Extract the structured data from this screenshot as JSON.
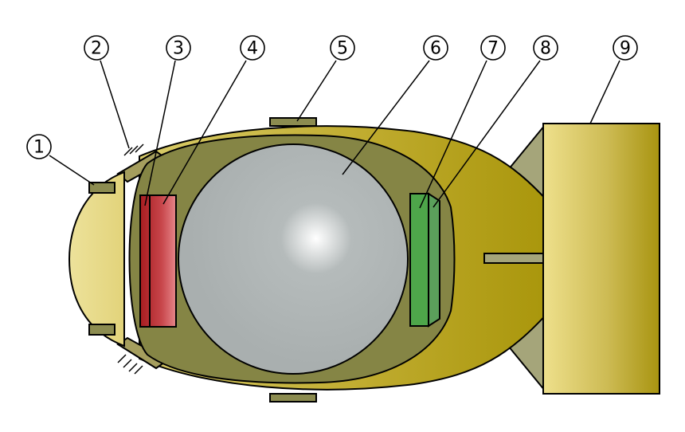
{
  "callouts": [
    {
      "id": "1",
      "label": "1"
    },
    {
      "id": "2",
      "label": "2"
    },
    {
      "id": "3",
      "label": "3"
    },
    {
      "id": "4",
      "label": "4"
    },
    {
      "id": "5",
      "label": "5"
    },
    {
      "id": "6",
      "label": "6"
    },
    {
      "id": "7",
      "label": "7"
    },
    {
      "id": "8",
      "label": "8"
    },
    {
      "id": "9",
      "label": "9"
    }
  ],
  "colors": {
    "casing_outer": "#c9b64a",
    "casing_inner": "#858545",
    "nose": "#ece08e",
    "core": "#a9afaf",
    "red_block": "#c4373c",
    "green_block": "#4ea64a",
    "tail": "#d8c860",
    "fins": "#a5a57a",
    "lugs": "#8c8c50"
  }
}
